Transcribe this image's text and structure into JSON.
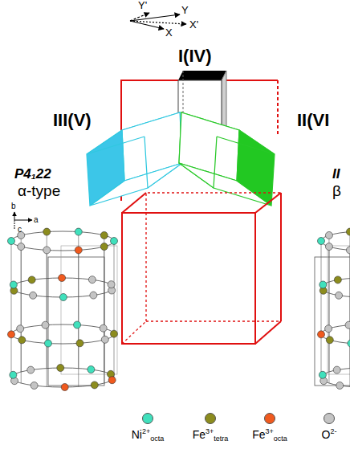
{
  "diagram": {
    "labels": [
      "Y'",
      "Y",
      "X'",
      "X",
      "I(IV)",
      "III(V)",
      "II(VI",
      "P4₁22",
      "α-type",
      "b",
      "a",
      "c",
      "II",
      "β"
    ],
    "legend": [
      {
        "text": "Ni2+octa",
        "color": "#40e0bc"
      },
      {
        "text": "Fe3+tetra",
        "color": "#8c8c1e"
      },
      {
        "text": "Fe3+octa",
        "color": "#f05a1e"
      },
      {
        "text": "O2-",
        "color": "#c4c4c4"
      }
    ]
  }
}
